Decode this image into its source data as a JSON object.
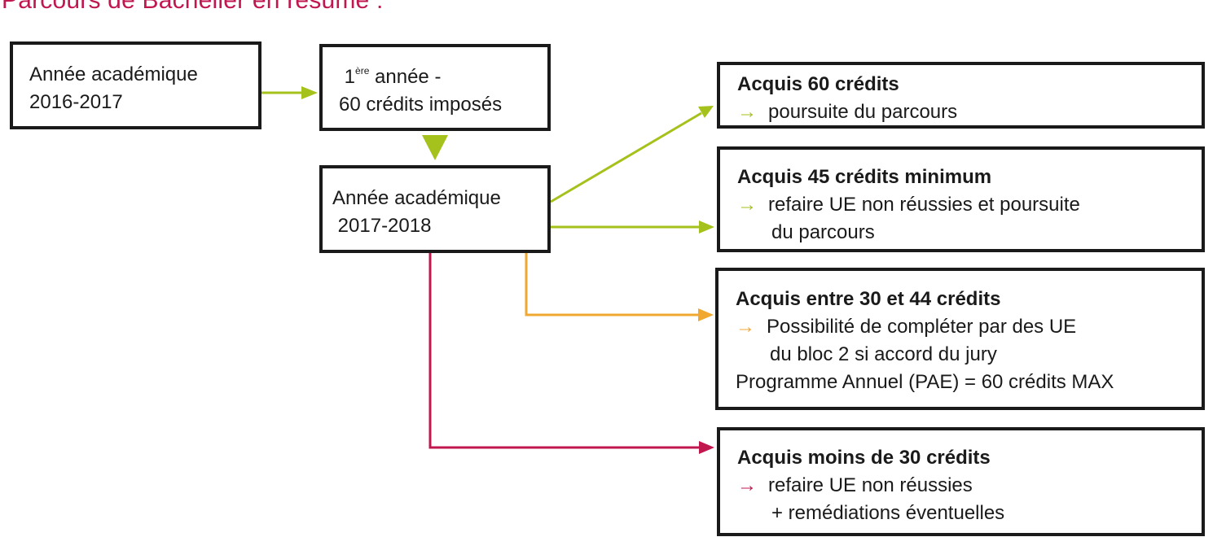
{
  "title": "Parcours de Bachelier en résumé :",
  "colors": {
    "title": "#c0174f",
    "green": "#a5c11c",
    "orange": "#f0a830",
    "red": "#c0174f",
    "border": "#1a1a1a"
  },
  "boxes": {
    "year_2016": {
      "line1": "Année académique",
      "line2": "2016-2017"
    },
    "first_year": {
      "prefix": "1",
      "sup": "ère",
      "line1_rest": " année -",
      "line2": "60 crédits imposés"
    },
    "year_2017": {
      "line1": "Année académique",
      "line2": "2017-2018"
    }
  },
  "outcomes": {
    "acquired_60": {
      "heading": "Acquis 60 crédits",
      "arrow": "→",
      "lines": [
        "poursuite du parcours"
      ]
    },
    "acquired_45": {
      "heading": "Acquis 45 crédits minimum",
      "arrow": "→",
      "lines": [
        "refaire UE non réussies et poursuite",
        "du parcours"
      ]
    },
    "acquired_30_44": {
      "heading": "Acquis entre 30 et 44 crédits",
      "arrow": "→",
      "lines": [
        "Possibilité de compléter par des UE",
        "du bloc 2 si accord du jury"
      ],
      "note": "Programme Annuel (PAE) = 60 crédits MAX"
    },
    "acquired_less_30": {
      "heading": "Acquis moins de 30 crédits",
      "arrow": "→",
      "lines": [
        "refaire UE non réussies",
        "+ remédiations éventuelles"
      ]
    }
  }
}
